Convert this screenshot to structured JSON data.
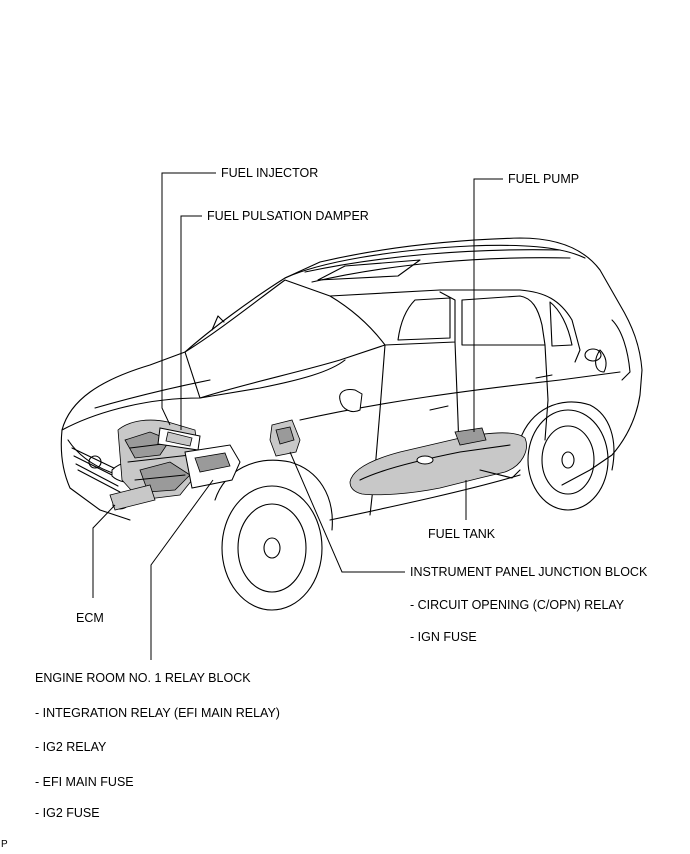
{
  "labels": {
    "fuel_injector": "FUEL INJECTOR",
    "fuel_pulsation_damper": "FUEL PULSATION DAMPER",
    "fuel_pump": "FUEL PUMP",
    "fuel_tank": "FUEL TANK",
    "ecm": "ECM",
    "instrument_panel_junction_block": "INSTRUMENT PANEL JUNCTION BLOCK",
    "circuit_opening_relay": "- CIRCUIT OPENING (C/OPN) RELAY",
    "ign_fuse": "- IGN FUSE",
    "engine_room_relay_block": "ENGINE ROOM NO. 1 RELAY BLOCK",
    "integration_relay": "- INTEGRATION RELAY (EFI MAIN RELAY)",
    "ig2_relay": "- IG2 RELAY",
    "efi_main_fuse": "- EFI MAIN FUSE",
    "ig2_fuse": "- IG2 FUSE",
    "corner_mark": "P"
  }
}
